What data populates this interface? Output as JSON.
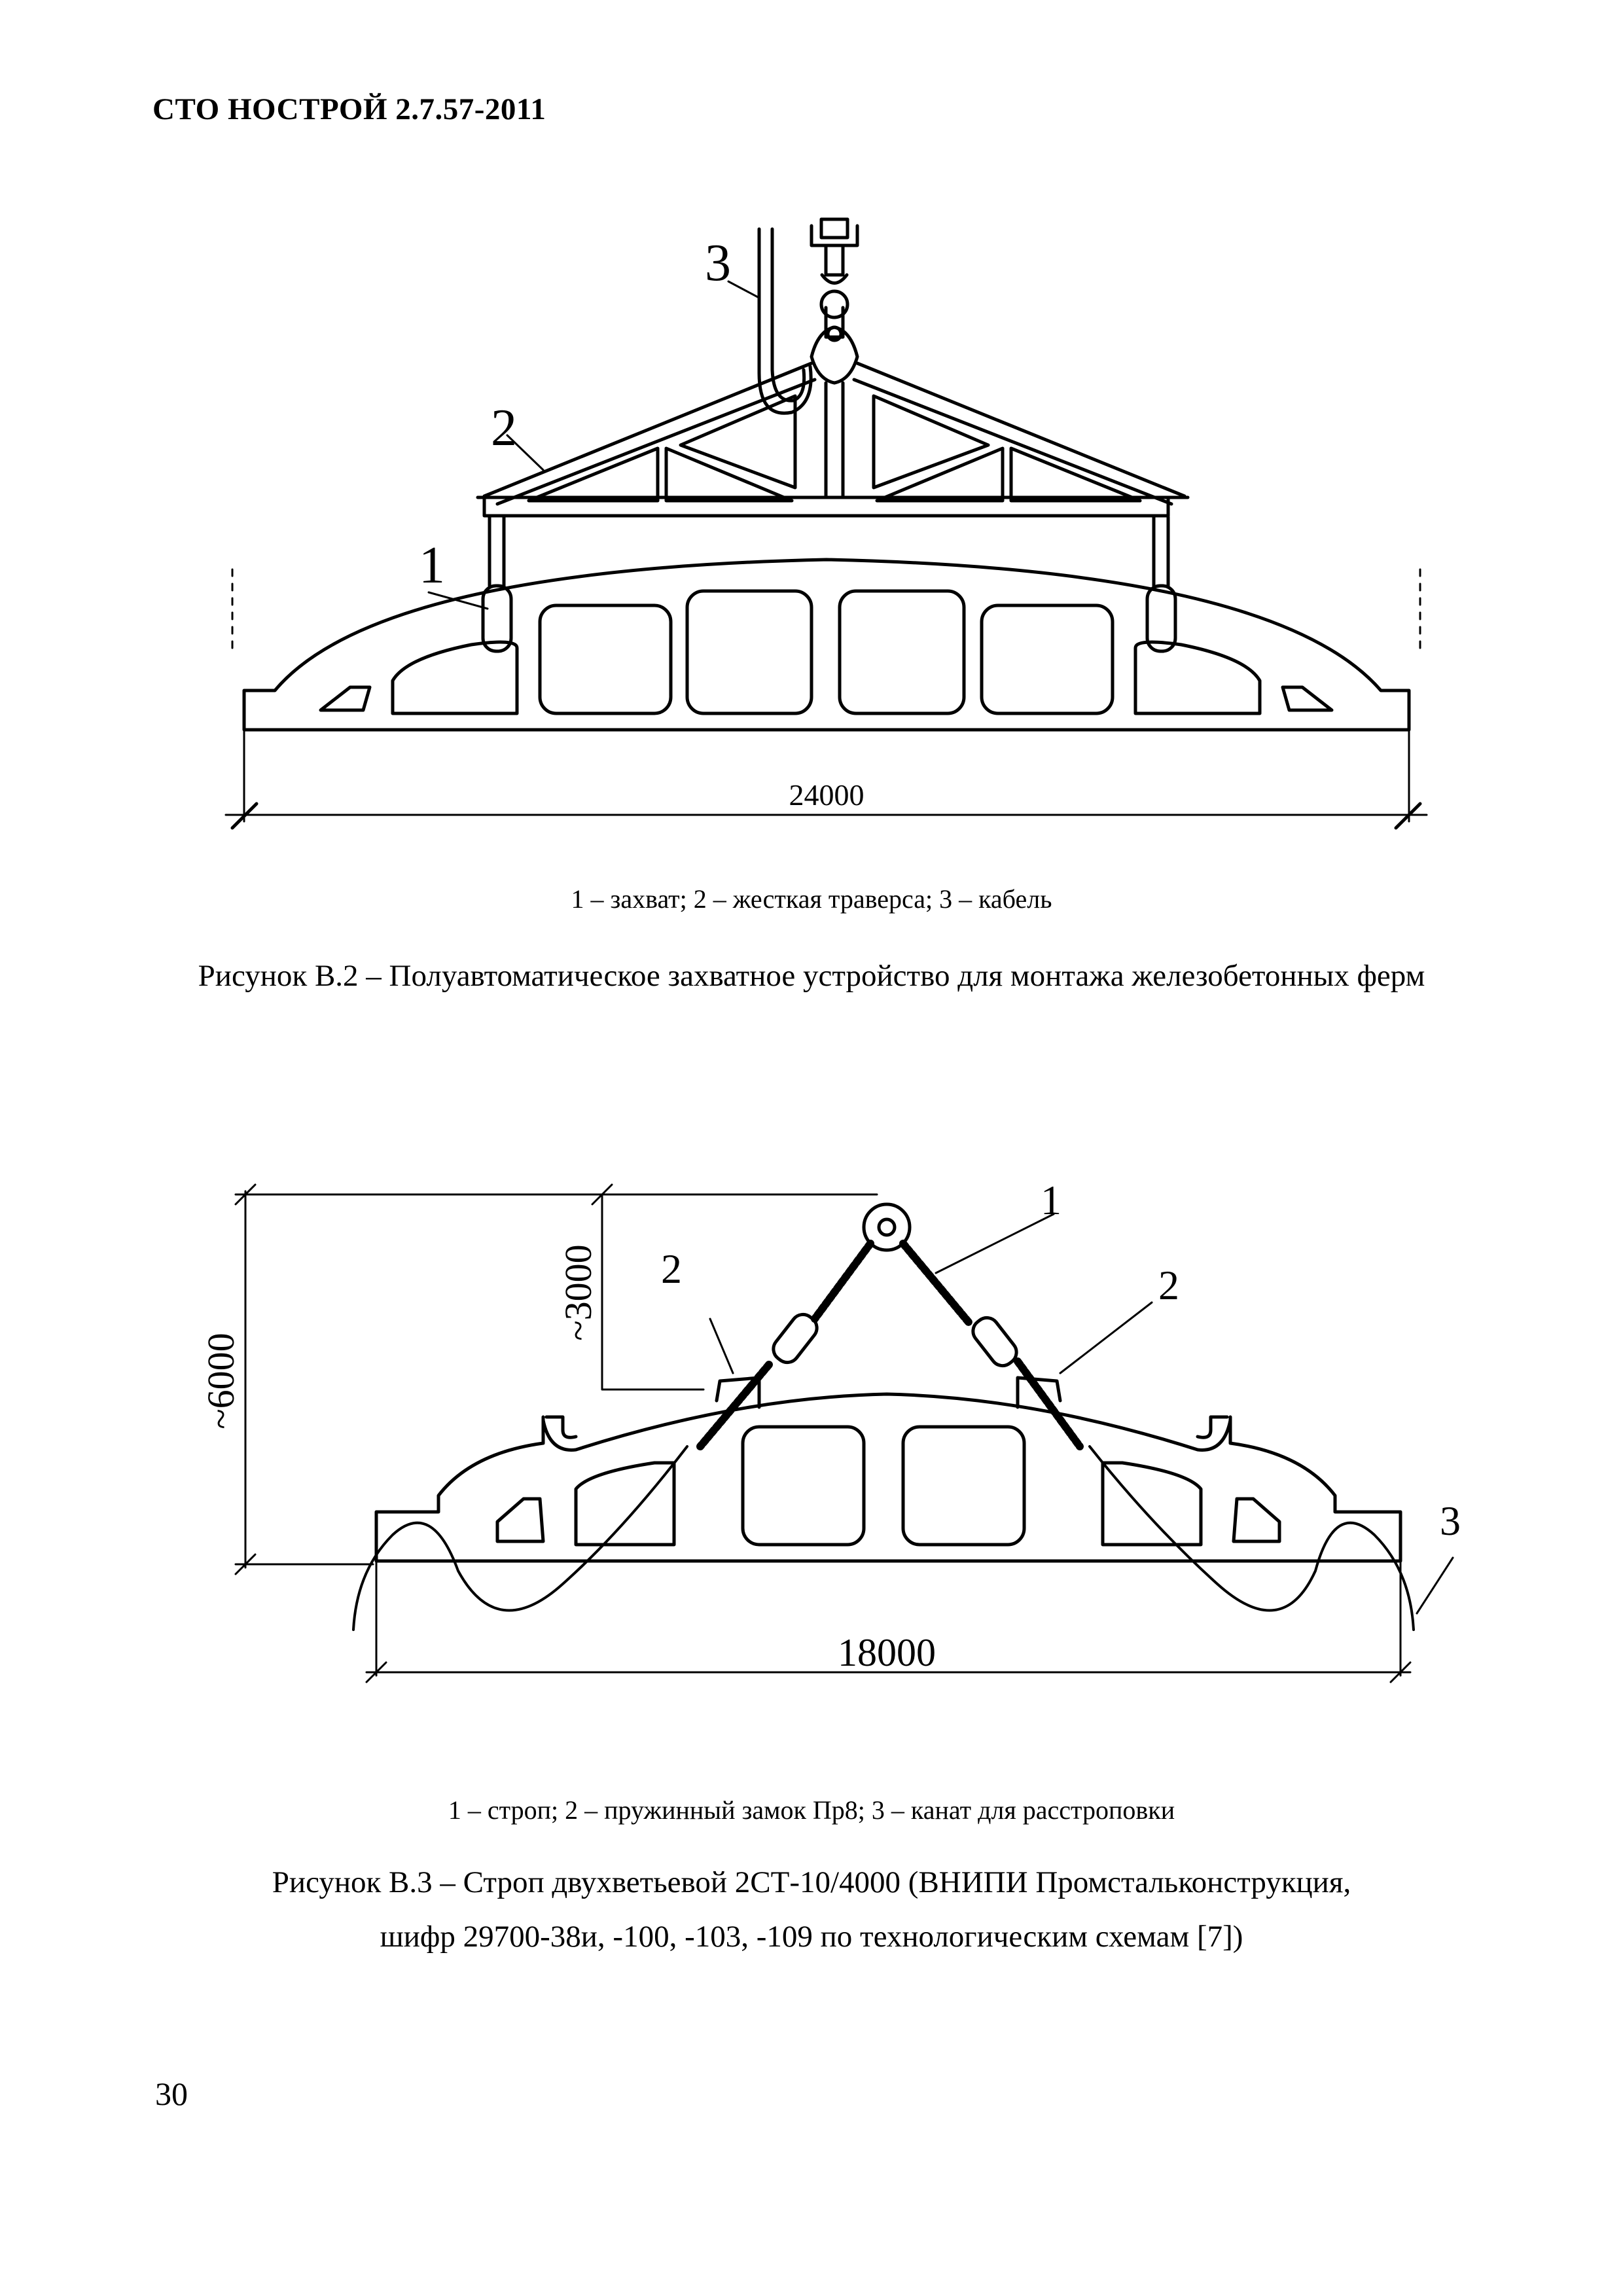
{
  "header": {
    "doc_code": "СТО НОСТРОЙ 2.7.57-2011"
  },
  "figure_b2": {
    "callouts": [
      "1",
      "2",
      "3"
    ],
    "dimension": "24000",
    "legend": "1 – захват; 2 – жесткая траверса; 3 – кабель",
    "caption": "Рисунок В.2 – Полуавтоматическое захватное устройство для монтажа железобетонных ферм"
  },
  "figure_b3": {
    "callouts": [
      "1",
      "2",
      "2",
      "3"
    ],
    "dim_height_total": "~6000",
    "dim_height_half": "~3000",
    "dim_span": "18000",
    "legend": "1 – строп; 2 – пружинный замок Пр8; 3 – канат для расстроповки",
    "caption_line1": "Рисунок В.3 – Строп двухветьевой 2СТ-10/4000 (ВНИПИ Промстальконструкция,",
    "caption_line2": "шифр 29700-38и, -100, -103, -109 по технологическим схемам [7])"
  },
  "footer": {
    "page_number": "30"
  }
}
